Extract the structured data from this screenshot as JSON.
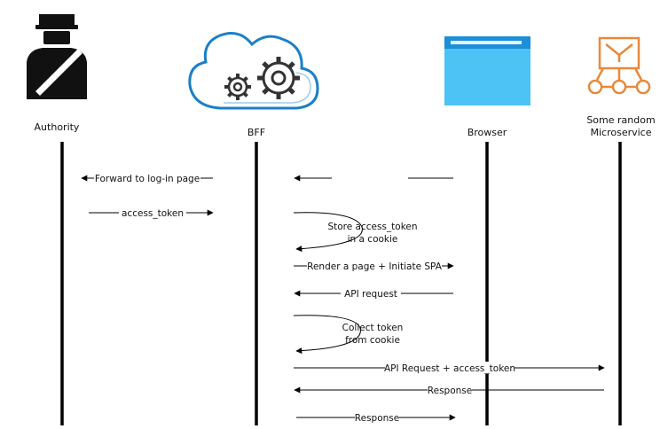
{
  "actors": [
    {
      "id": "authority",
      "label": "Authority",
      "icon": "authority-guard-icon"
    },
    {
      "id": "bff",
      "label": "BFF",
      "icon": "cloud-gears-icon"
    },
    {
      "id": "browser",
      "label": "Browser",
      "icon": "browser-window-icon"
    },
    {
      "id": "microservice",
      "label_line1": "Some random",
      "label_line2": "Microservice",
      "icon": "microservice-hierarchy-icon"
    }
  ],
  "messages": [
    {
      "label": "Forward to log-in page"
    },
    {
      "label": "access_token"
    },
    {
      "label_line1": "Store access_token",
      "label_line2": "in a cookie"
    },
    {
      "label": "Render a page + Initiate SPA"
    },
    {
      "label": "API request"
    },
    {
      "label_line1": "Collect token",
      "label_line2": "from cookie"
    },
    {
      "label": "API Request + access_token"
    },
    {
      "label": "Response"
    },
    {
      "label": "Response"
    }
  ],
  "colors": {
    "browser_header": "#1c8fd8",
    "browser_body": "#4cc3f4",
    "cloud_outline": "#1b7fc8",
    "microservice_orange": "#e8893a",
    "guard_black": "#111111"
  }
}
